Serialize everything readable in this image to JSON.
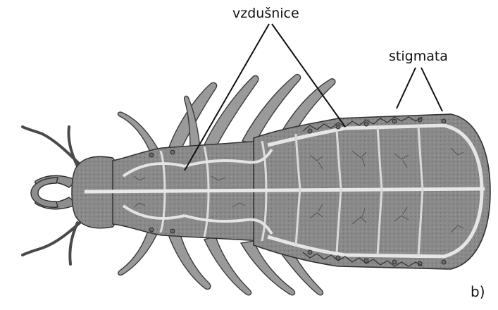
{
  "labels": {
    "tracheae": "vzdušnice",
    "spiracles": "stigmata",
    "panel": "b)"
  },
  "colors": {
    "body": "#8c8c8c",
    "body_dark": "#5e5e5e",
    "trachea": "#e6e6e6",
    "outline": "#3a3a3a",
    "leader_line": "#111111"
  },
  "icons": [
    "insect-larva-illustration"
  ]
}
